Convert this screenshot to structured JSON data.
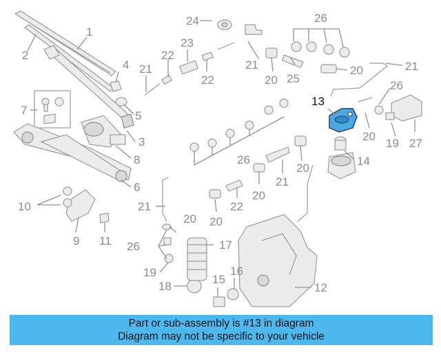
{
  "banner": {
    "line1": "Part or sub-assembly is #13 in diagram",
    "line2": "Diagram may not be specific to your vehicle",
    "color": "#4db8ee"
  },
  "highlight_color": "#4aa9e4",
  "callouts": {
    "c1": "1",
    "c2": "2",
    "c3": "3",
    "c4": "4",
    "c5": "5",
    "c6": "6",
    "c7": "7",
    "c8": "8",
    "c9": "9",
    "c10": "10",
    "c11": "11",
    "c12": "12",
    "c13": "13",
    "c14": "14",
    "c15": "15",
    "c16": "16",
    "c17": "17",
    "c18": "18",
    "c19a": "19",
    "c19b": "19",
    "c20a": "20",
    "c20b": "20",
    "c20c": "20",
    "c20d": "20",
    "c20e": "20",
    "c20f": "20",
    "c20g": "20",
    "c21a": "21",
    "c21b": "21",
    "c21c": "21",
    "c21d": "21",
    "c21e": "21",
    "c22a": "22",
    "c22b": "22",
    "c22c": "22",
    "c23": "23",
    "c24": "24",
    "c25": "25",
    "c26a": "26",
    "c26b": "26",
    "c26c": "26",
    "c26d": "26",
    "c27": "27"
  }
}
